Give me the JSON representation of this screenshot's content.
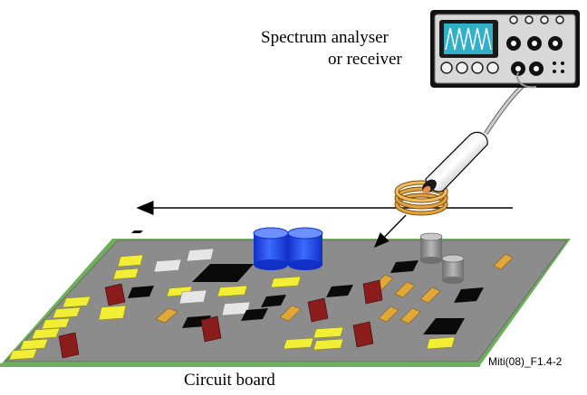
{
  "labels": {
    "instrument_line1": "Spectrum analyser",
    "instrument_line2": "or receiver",
    "board": "Circuit board",
    "figure_id": "Miti(08)_F1.4-2"
  },
  "colors": {
    "board_top": "#8c8c8c",
    "board_edge": "#6fae5e",
    "yellow_component": "#f2ee36",
    "orange_component": "#e0a83a",
    "red_component": "#8a1c1c",
    "black_chip": "#0a0a0a",
    "white_component": "#e6e6e6",
    "blue_capacitor": "#1d3fe0",
    "grey_cylinder": "#8a8a8a",
    "coil_copper": "#c8892e",
    "screen_green": "#33b0c9"
  },
  "icons": [
    "spectrum-analyser-icon",
    "probe-icon",
    "loop-coil-icon",
    "circuit-board-icon"
  ]
}
